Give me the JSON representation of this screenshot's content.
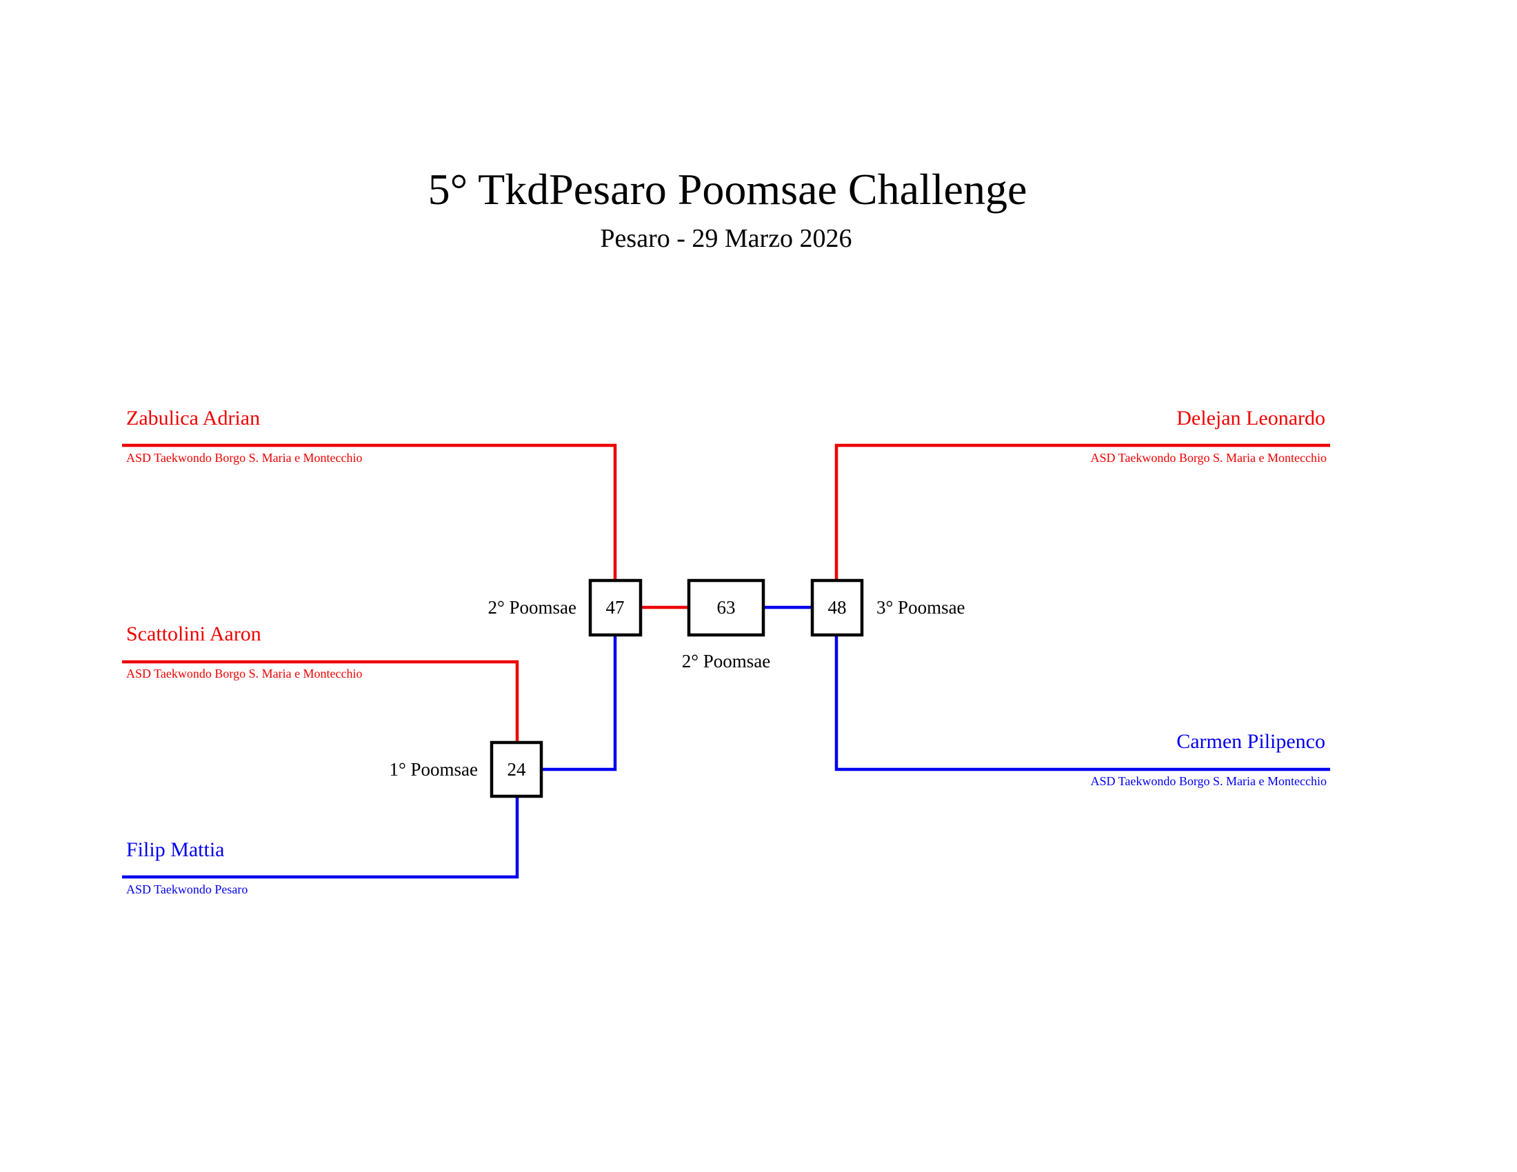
{
  "header": {
    "title": "5° TkdPesaro Poomsae Challenge",
    "subtitle": "Pesaro - 29 Marzo 2026"
  },
  "colors": {
    "red": "#ee0000",
    "blue": "#0000ee",
    "box": "#000000"
  },
  "athletes": {
    "zabulica": {
      "name": "Zabulica Adrian",
      "club": "ASD Taekwondo Borgo S. Maria e Montecchio",
      "corner": "red"
    },
    "scattolini": {
      "name": "Scattolini Aaron",
      "club": "ASD Taekwondo Borgo S. Maria e Montecchio",
      "corner": "red"
    },
    "filip": {
      "name": "Filip Mattia",
      "club": "ASD Taekwondo Pesaro",
      "corner": "blue"
    },
    "delejan": {
      "name": "Delejan Leonardo",
      "club": "ASD Taekwondo Borgo S. Maria e Montecchio",
      "corner": "red"
    },
    "carmen": {
      "name": "Carmen Pilipenco",
      "club": "ASD Taekwondo Borgo S. Maria e Montecchio",
      "corner": "blue"
    }
  },
  "matches": {
    "m24": {
      "number": "24",
      "label": "1° Poomsae"
    },
    "m47": {
      "number": "47",
      "label": "2° Poomsae"
    },
    "m63": {
      "number": "63",
      "label": "2° Poomsae"
    },
    "m48": {
      "number": "48",
      "label": "3° Poomsae"
    }
  }
}
